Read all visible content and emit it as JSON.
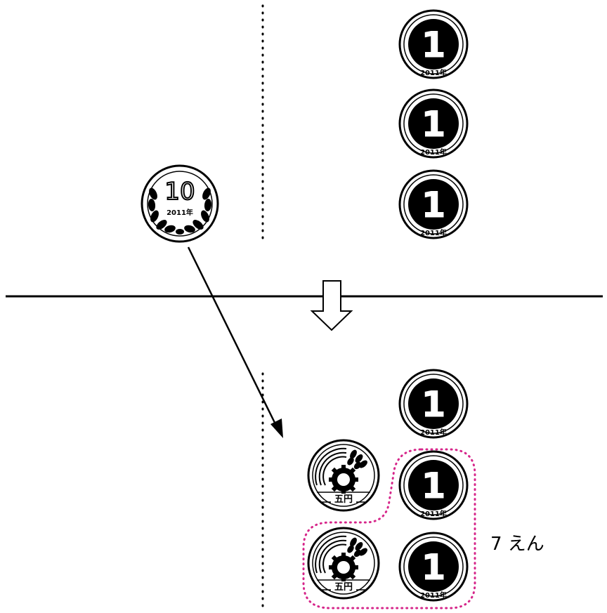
{
  "coins": {
    "one_yen": {
      "value": "1",
      "year": "2011年"
    },
    "ten_yen": {
      "value": "10",
      "year": "2011年"
    },
    "five_yen": {
      "label": "五円"
    }
  },
  "top_panel": {
    "left_coins": [
      "ten_yen"
    ],
    "right_coins": [
      "one_yen",
      "one_yen",
      "one_yen"
    ]
  },
  "bottom_panel": {
    "coins": [
      "one_yen",
      "five_yen",
      "one_yen",
      "five_yen",
      "one_yen"
    ],
    "group_total": "7 えん"
  },
  "colors": {
    "stroke": "#000000",
    "group_outline": "#d6268a"
  }
}
